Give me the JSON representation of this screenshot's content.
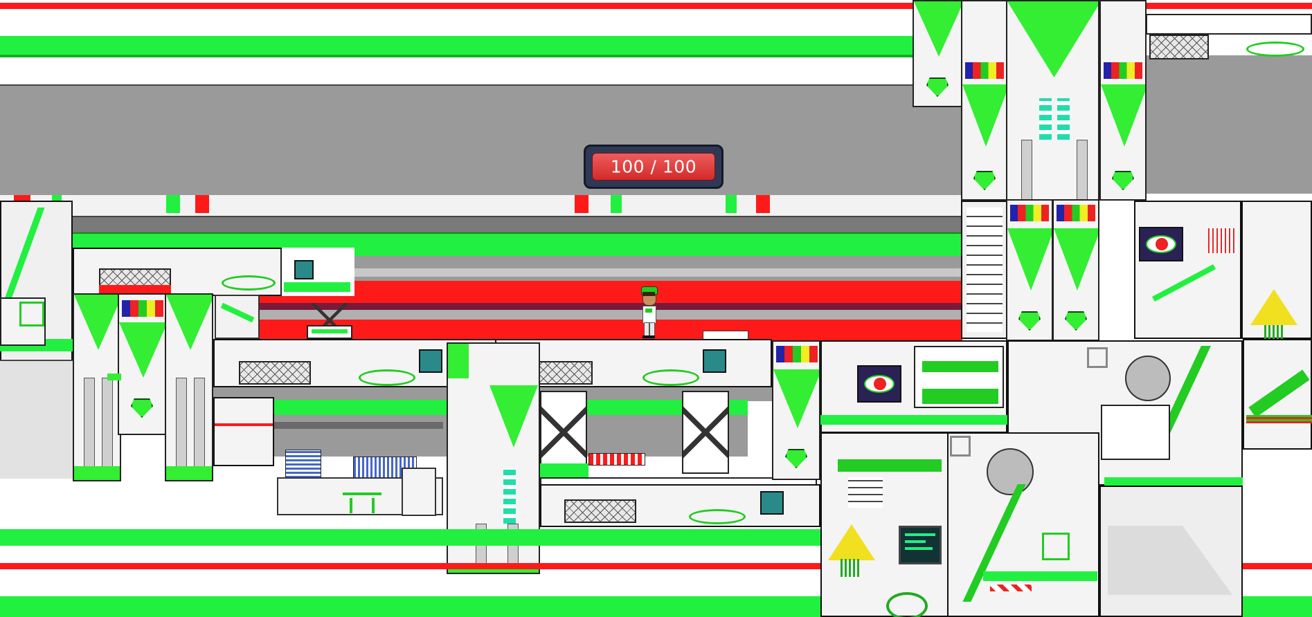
{
  "hud": {
    "health_text": "100 / 100",
    "health_current": 100,
    "health_max": 100,
    "bar_color": "#d42a2a",
    "frame_color": "#2e3a55"
  },
  "colors": {
    "green": "#22f040",
    "red": "#ff1a1a",
    "grey": "#9a9a9a",
    "dark_red": "#7a1a1a"
  },
  "icons": [
    "warning-icon",
    "eye-monitor-icon",
    "computer-screen-icon",
    "torii-icon"
  ]
}
